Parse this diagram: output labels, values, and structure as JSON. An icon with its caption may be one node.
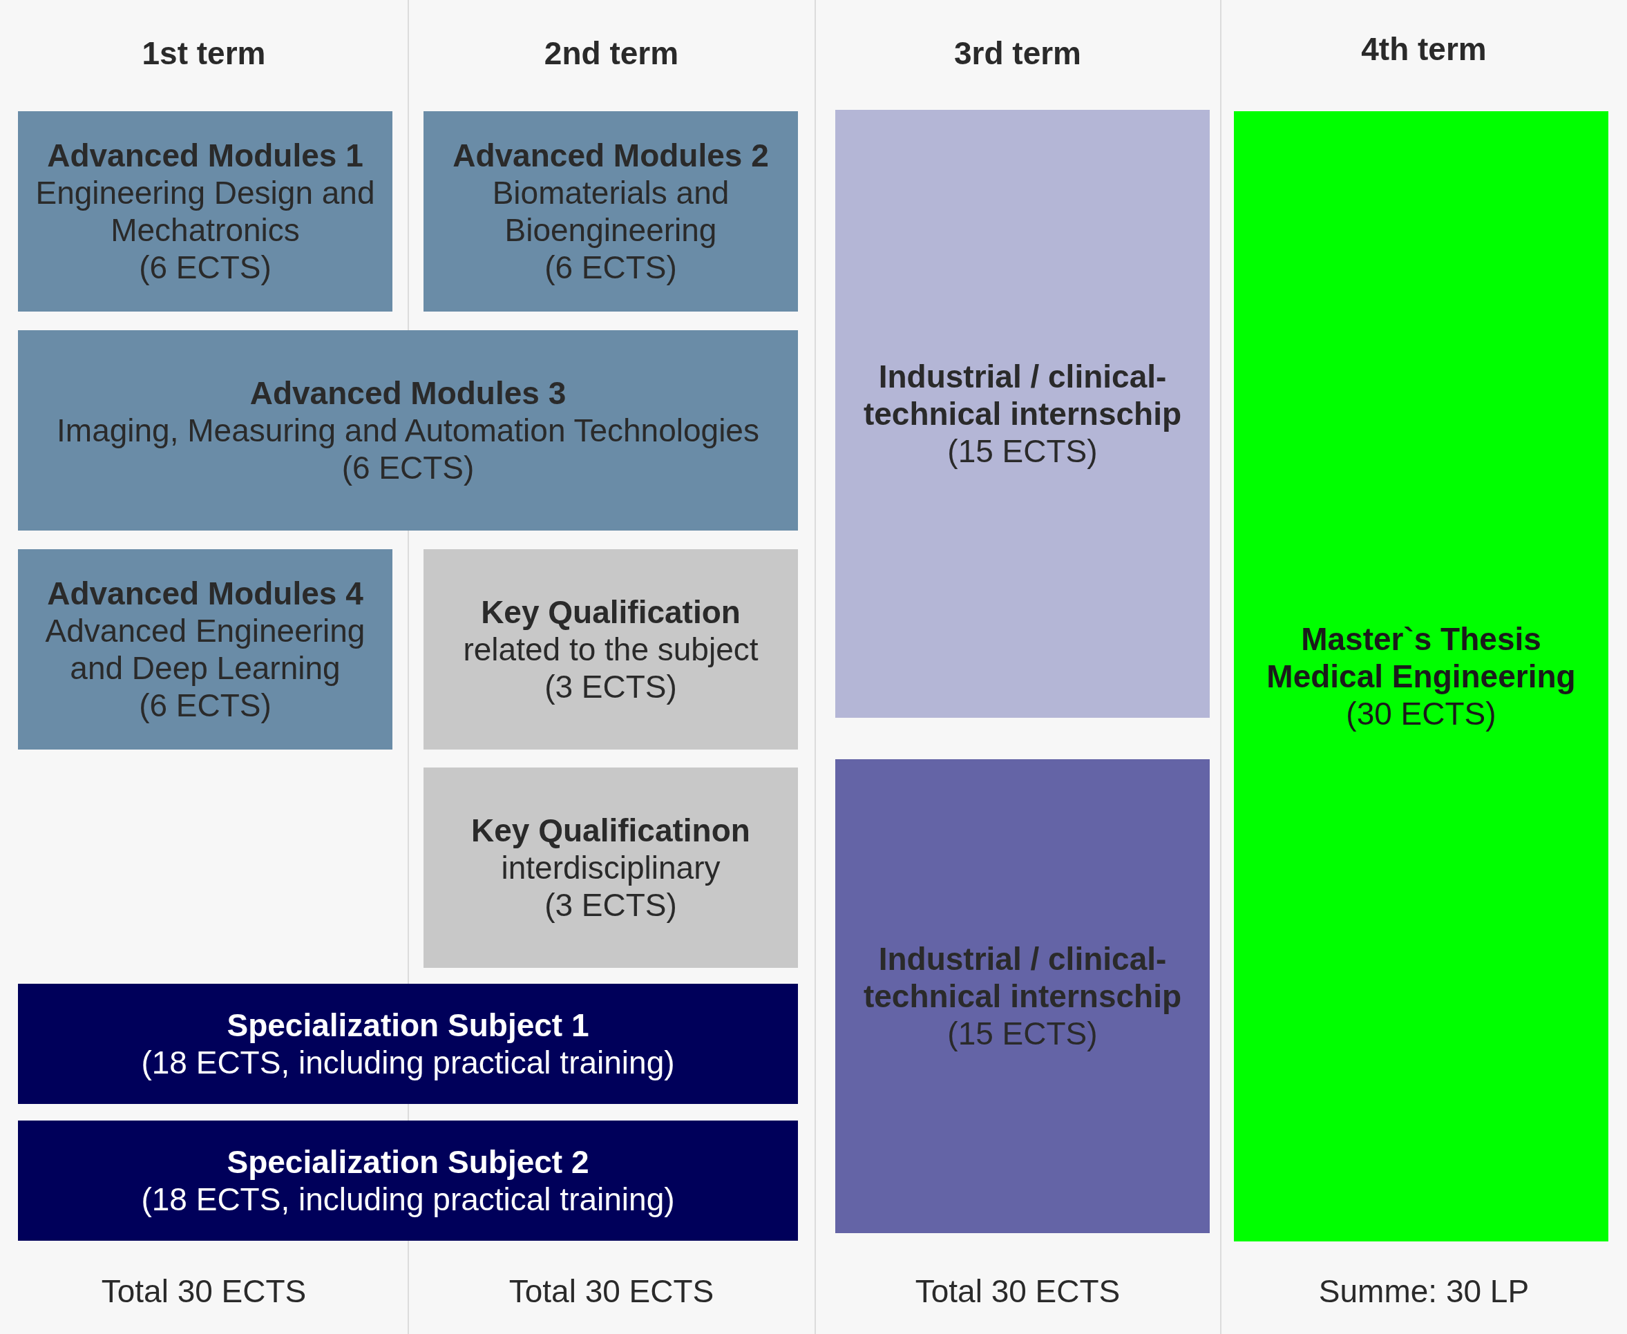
{
  "diagram": {
    "nodes": [
      {
        "text": [
          "Advanced Modules 1",
          "Engineering Design and Mechatronics",
          "(6 ECTS)"
        ]
      },
      {
        "text": [
          "Advanced Modules 2",
          "Biomaterials and Bioengineering",
          "(6 ECTS)"
        ]
      },
      {
        "text": [
          "Industrial / clinical-technical internschip",
          "(15 ECTS)"
        ]
      },
      {
        "text": [
          "Master`s Thesis Medical Engineering",
          "(30 ECTS)"
        ]
      },
      {
        "text": [
          "Advanced Modules 3",
          "Imaging, Measuring and Automation Technologies",
          "(6 ECTS)"
        ]
      },
      {
        "text": [
          "Advanced Modules 4",
          "Advanced Engineering and Deep Learning",
          "(6 ECTS)"
        ]
      },
      {
        "text": [
          "Key Qualification",
          "related to the subject",
          "(3 ECTS)"
        ]
      },
      {
        "text": [
          "Key Qualificatinon",
          "interdisciplinary",
          "(3 ECTS)"
        ]
      },
      {
        "text": [
          "Industrial / clinical-technical internschip",
          "(15 ECTS)"
        ]
      },
      {
        "text": [
          "Specialization Subject 1",
          "(18 ECTS, including practical training)"
        ]
      },
      {
        "text": [
          "Specialization Subject 2",
          "(18 ECTS, including practical training)"
        ]
      }
    ],
    "labels": [
      "1st term",
      "2nd term",
      "3rd term",
      "4th term",
      "Total 30 ECTS",
      "Total 30 ECTS",
      "Total 30 ECTS",
      "Summe: 30 LP"
    ]
  }
}
